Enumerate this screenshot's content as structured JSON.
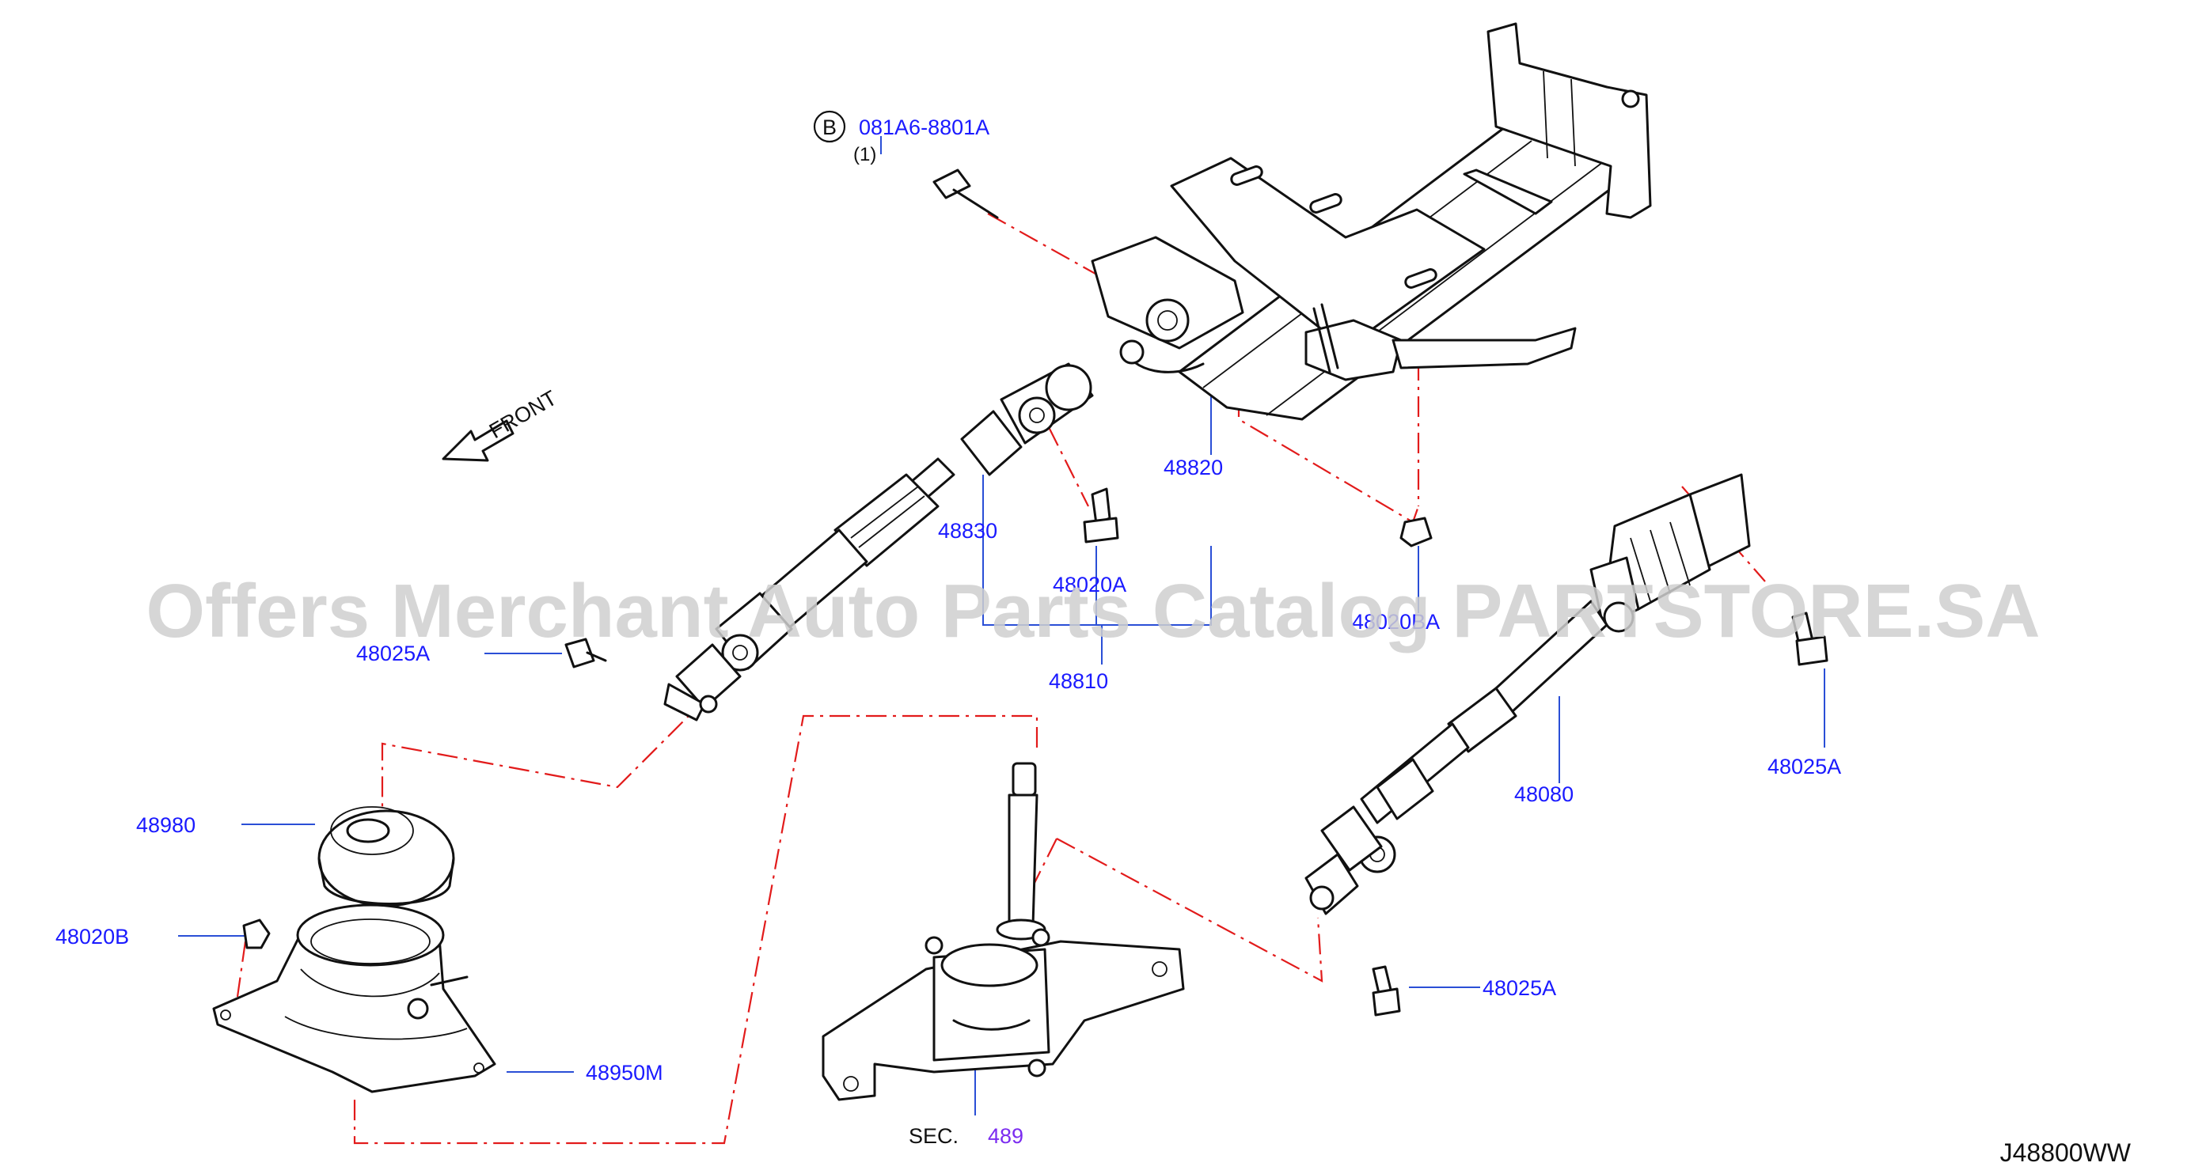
{
  "watermark": "Offers Merchant Auto Parts Catalog PARTSTORE.SA",
  "front_indicator": "FRONT",
  "diagram_code": "J48800WW",
  "bolt_callout": {
    "circle_letter": "B",
    "part_number": "081A6-8801A",
    "quantity": "(1)"
  },
  "labels": {
    "p48820": "48820",
    "p48830": "48830",
    "p48020A": "48020A",
    "p48020BA": "48020BA",
    "p48810": "48810",
    "p48025A_left": "48025A",
    "p48025A_right": "48025A",
    "p48025A_bottom": "48025A",
    "p48080": "48080",
    "p48980": "48980",
    "p48020B": "48020B",
    "p48950M": "48950M",
    "sec_prefix": "SEC.",
    "sec_number": "489"
  },
  "colors": {
    "label": "#1a1aff",
    "leader": "#2a4fd6",
    "alignment_line": "#e21b1b",
    "section_ref": "#7b2cf0",
    "watermark": "#cfcfcf"
  }
}
